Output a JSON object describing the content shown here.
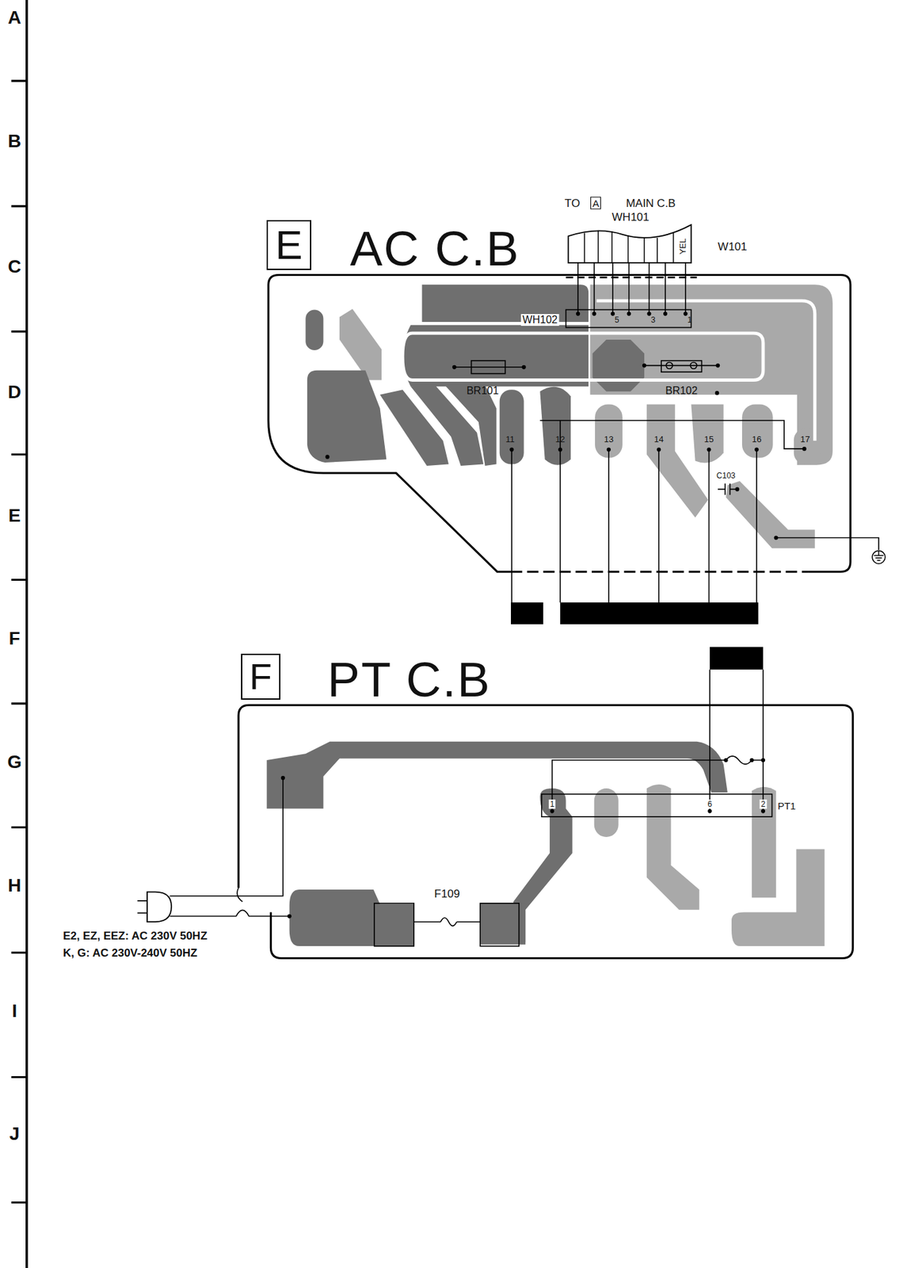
{
  "diagram": {
    "nodes": [
      {
        "text": [
          "E",
          "AC C.B"
        ]
      },
      {
        "text": [
          "F",
          "PT C.B"
        ]
      }
    ],
    "labels": [
      "A",
      "B",
      "C",
      "D",
      "E",
      "F",
      "G",
      "H",
      "I",
      "J",
      "TO",
      "A",
      "MAIN C.B",
      "WH101",
      "YEL",
      "W101",
      "WH102",
      "5",
      "3",
      "1",
      "BR101",
      "BR102",
      "11",
      "12",
      "13",
      "14",
      "15",
      "16",
      "17",
      "C103",
      "F109",
      "1",
      "6",
      "2",
      "PT1",
      "E2, EZ, EEZ: AC 230V 50HZ",
      "K, G: AC 230V-240V 50HZ"
    ]
  }
}
